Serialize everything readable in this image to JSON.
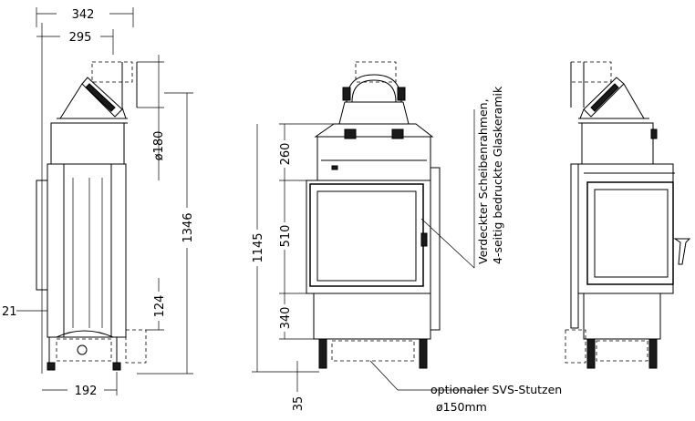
{
  "dimensions": {
    "d342": "342",
    "d295": "295",
    "d180": "ø180",
    "d1346": "1346",
    "d124": "124",
    "d21": "21",
    "d192": "192",
    "d260": "260",
    "d510": "510",
    "d1145": "1145",
    "d340": "340",
    "d35": "35"
  },
  "notes": {
    "frame_line1": "Verdeckter Scheibenrahmen,",
    "frame_line2": "4-seitig bedruckte Glaskeramik",
    "svs_line1": "optionaler SVS-Stutzen",
    "svs_line2": "ø150mm"
  }
}
